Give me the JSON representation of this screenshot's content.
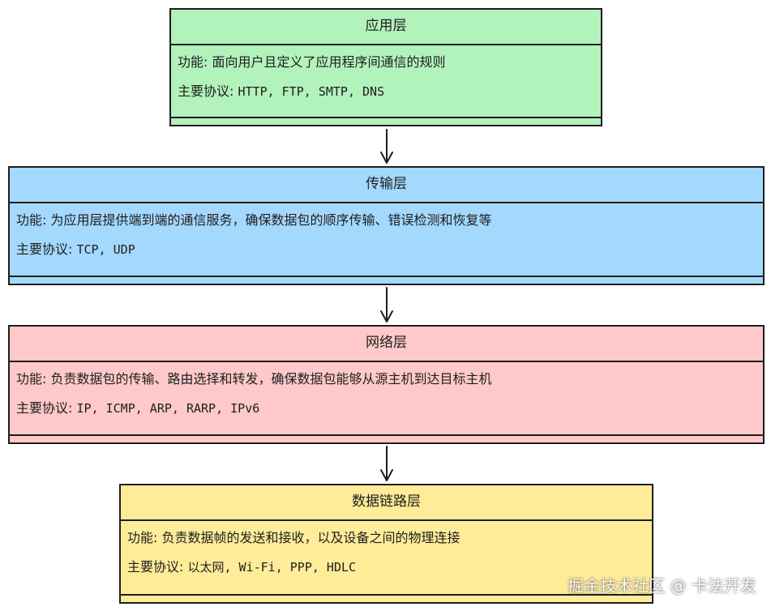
{
  "layers": [
    {
      "title": "应用层",
      "function_label": "功能: ",
      "function": "面向用户且定义了应用程序间通信的规则",
      "protocol_label": "主要协议: ",
      "protocols": "HTTP, FTP, SMTP, DNS",
      "color": "#b2f2bb"
    },
    {
      "title": "传输层",
      "function_label": "功能: ",
      "function": "为应用层提供端到端的通信服务，确保数据包的顺序传输、错误检测和恢复等",
      "protocol_label": "主要协议: ",
      "protocols": "TCP, UDP",
      "color": "#a5d8ff"
    },
    {
      "title": "网络层",
      "function_label": "功能: ",
      "function": "负责数据包的传输、路由选择和转发，确保数据包能够从源主机到达目标主机",
      "protocol_label": "主要协议: ",
      "protocols": "IP, ICMP, ARP, RARP, IPv6",
      "color": "#ffc9c9"
    },
    {
      "title": "数据链路层",
      "function_label": "功能: ",
      "function": "负责数据帧的发送和接收，以及设备之间的物理连接",
      "protocol_label": "主要协议: ",
      "protocols": "以太网, Wi-Fi, PPP, HDLC",
      "color": "#ffec99"
    }
  ],
  "arrow_icon": "arrow-down-icon",
  "watermark": "掘金技术社区 @ 卡法开发"
}
